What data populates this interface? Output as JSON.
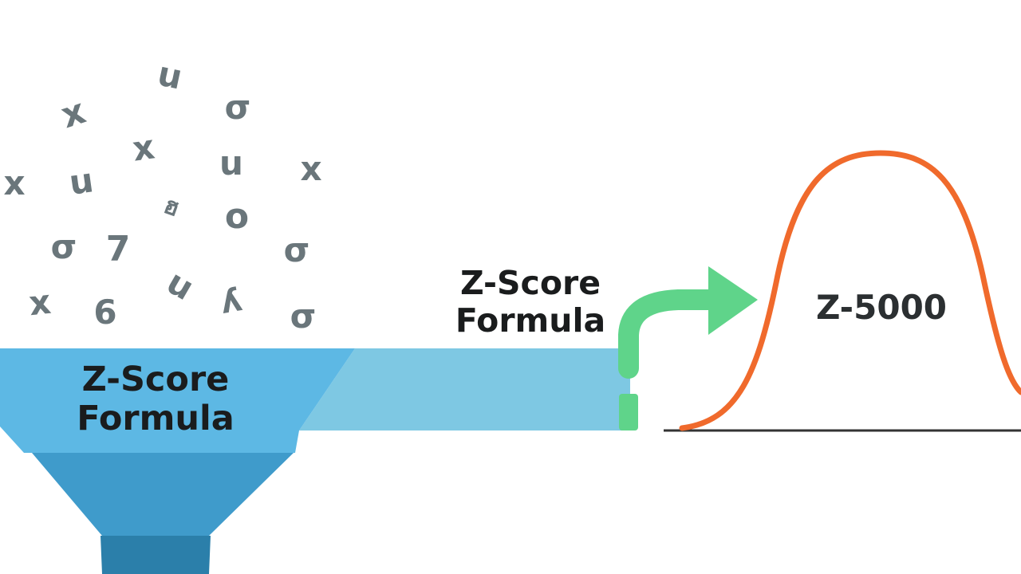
{
  "symbols": [
    "x",
    "u",
    "σ",
    "x",
    "x",
    "u",
    "u",
    "x",
    "ฮ",
    "o",
    "σ",
    "7",
    "σ",
    "x",
    "6",
    "u",
    "ʎ",
    "σ"
  ],
  "funnel": {
    "label_line1": "Z-Score",
    "label_line2": "Formula"
  },
  "pipe": {
    "label_line1": "Z-Score",
    "label_line2": "Formula"
  },
  "curve": {
    "label": "Z-5000"
  },
  "colors": {
    "funnel_top": "#5db8e4",
    "funnel_middle": "#3f9bcb",
    "funnel_bottom": "#2b7faa",
    "pipe": "#7ec8e3",
    "arrow": "#5fd48a",
    "curve": "#f06a2c",
    "baseline": "#333333",
    "symbols": "#6a767b"
  }
}
